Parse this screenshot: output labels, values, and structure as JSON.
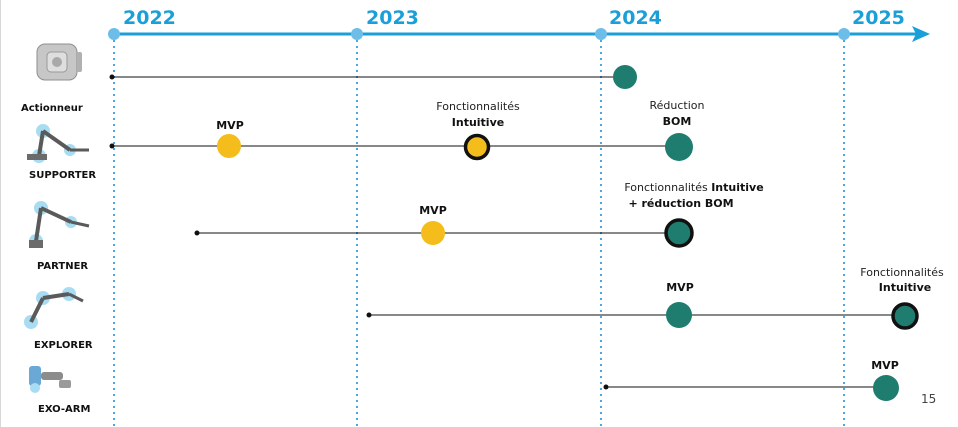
{
  "years": [
    "2022",
    "2023",
    "2024",
    "2025"
  ],
  "products": [
    {
      "name": "Actionneur",
      "icon": "actuator-icon"
    },
    {
      "name": "SUPPORTER",
      "icon": "robot-arm-icon"
    },
    {
      "name": "PARTNER",
      "icon": "robot-arm-icon"
    },
    {
      "name": "EXPLORER",
      "icon": "robot-arm-icon"
    },
    {
      "name": "EXO-ARM",
      "icon": "exoskeleton-icon"
    }
  ],
  "milestone_labels": {
    "supporter_mvp": "MVP",
    "supporter_feat_1": "Fonctionnalités",
    "supporter_feat_2": "Intuitive",
    "supporter_bom_1": "Réduction",
    "supporter_bom_2": "BOM",
    "partner_mvp": "MVP",
    "partner_feat_a": "Fonctionnalités ",
    "partner_feat_b": "Intuitive",
    "partner_feat_c": "+ réduction ",
    "partner_feat_d": "BOM",
    "explorer_mvp": "MVP",
    "explorer_feat_1": "Fonctionnalités",
    "explorer_feat_2": "Intuitive",
    "exo_mvp": "MVP"
  },
  "page_number": "15",
  "colors": {
    "timeline": "#1a9fd8",
    "year_dot": "#5bb5e8",
    "mvp": "#f5bd1c",
    "done": "#1e7d6e",
    "line": "#111111"
  }
}
